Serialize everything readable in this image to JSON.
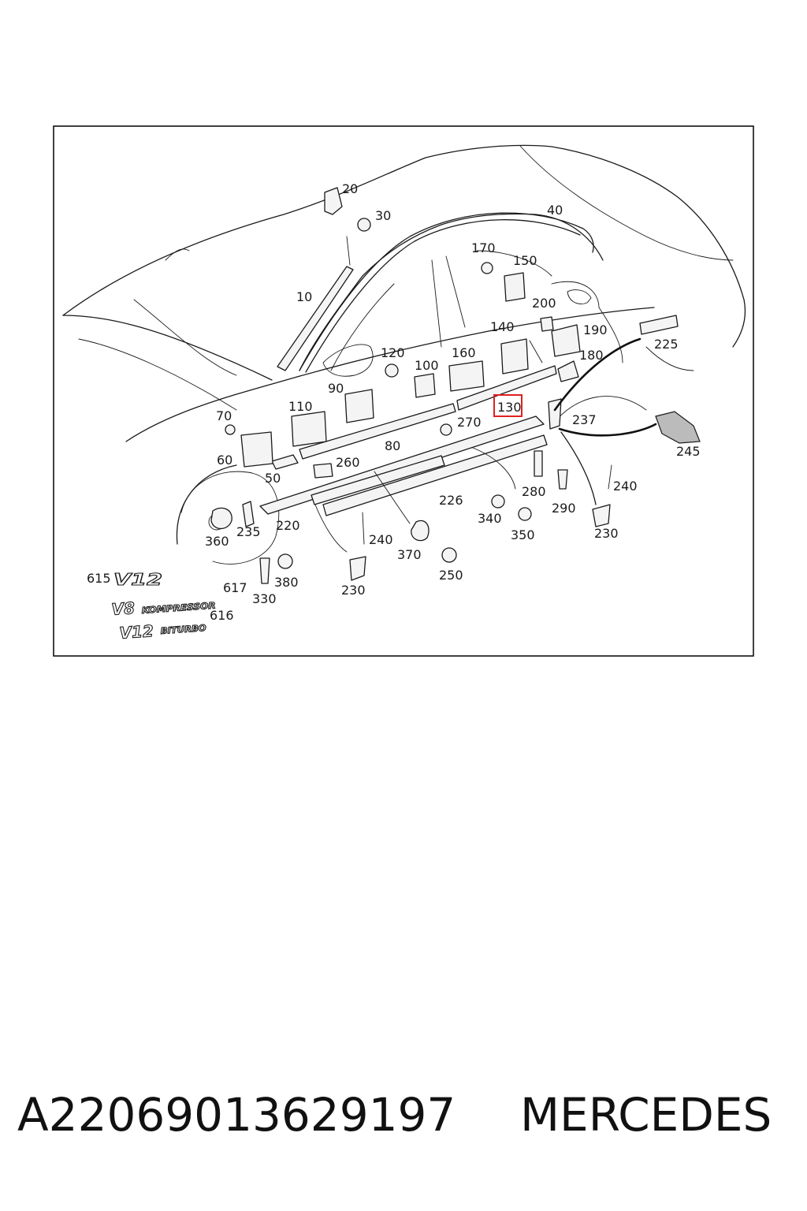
{
  "diagram": {
    "labels": {
      "c10": "10",
      "c20": "20",
      "c30": "30",
      "c40": "40",
      "c50": "50",
      "c60": "60",
      "c70": "70",
      "c80": "80",
      "c90": "90",
      "c100": "100",
      "c110": "110",
      "c120": "120",
      "c130": "130",
      "c140": "140",
      "c150": "150",
      "c160": "160",
      "c170": "170",
      "c180": "180",
      "c190": "190",
      "c200": "200",
      "c220": "220",
      "c225": "225",
      "c226": "226",
      "c230a": "230",
      "c230b": "230",
      "c235": "235",
      "c237": "237",
      "c240a": "240",
      "c240b": "240",
      "c245": "245",
      "c250": "250",
      "c260": "260",
      "c270": "270",
      "c280": "280",
      "c290": "290",
      "c330": "330",
      "c340": "340",
      "c350": "350",
      "c360": "360",
      "c370": "370",
      "c380": "380",
      "c615": "615",
      "c616": "616",
      "c617": "617"
    },
    "highlighted_part": "130",
    "badges": {
      "v12": "V12",
      "v8": "V8",
      "kompressor": "KOMPRESSOR",
      "v12b": "V12",
      "biturbo": "BITURBO"
    }
  },
  "footer": {
    "part_number": "A22069013629197",
    "brand": "MERCEDES"
  }
}
